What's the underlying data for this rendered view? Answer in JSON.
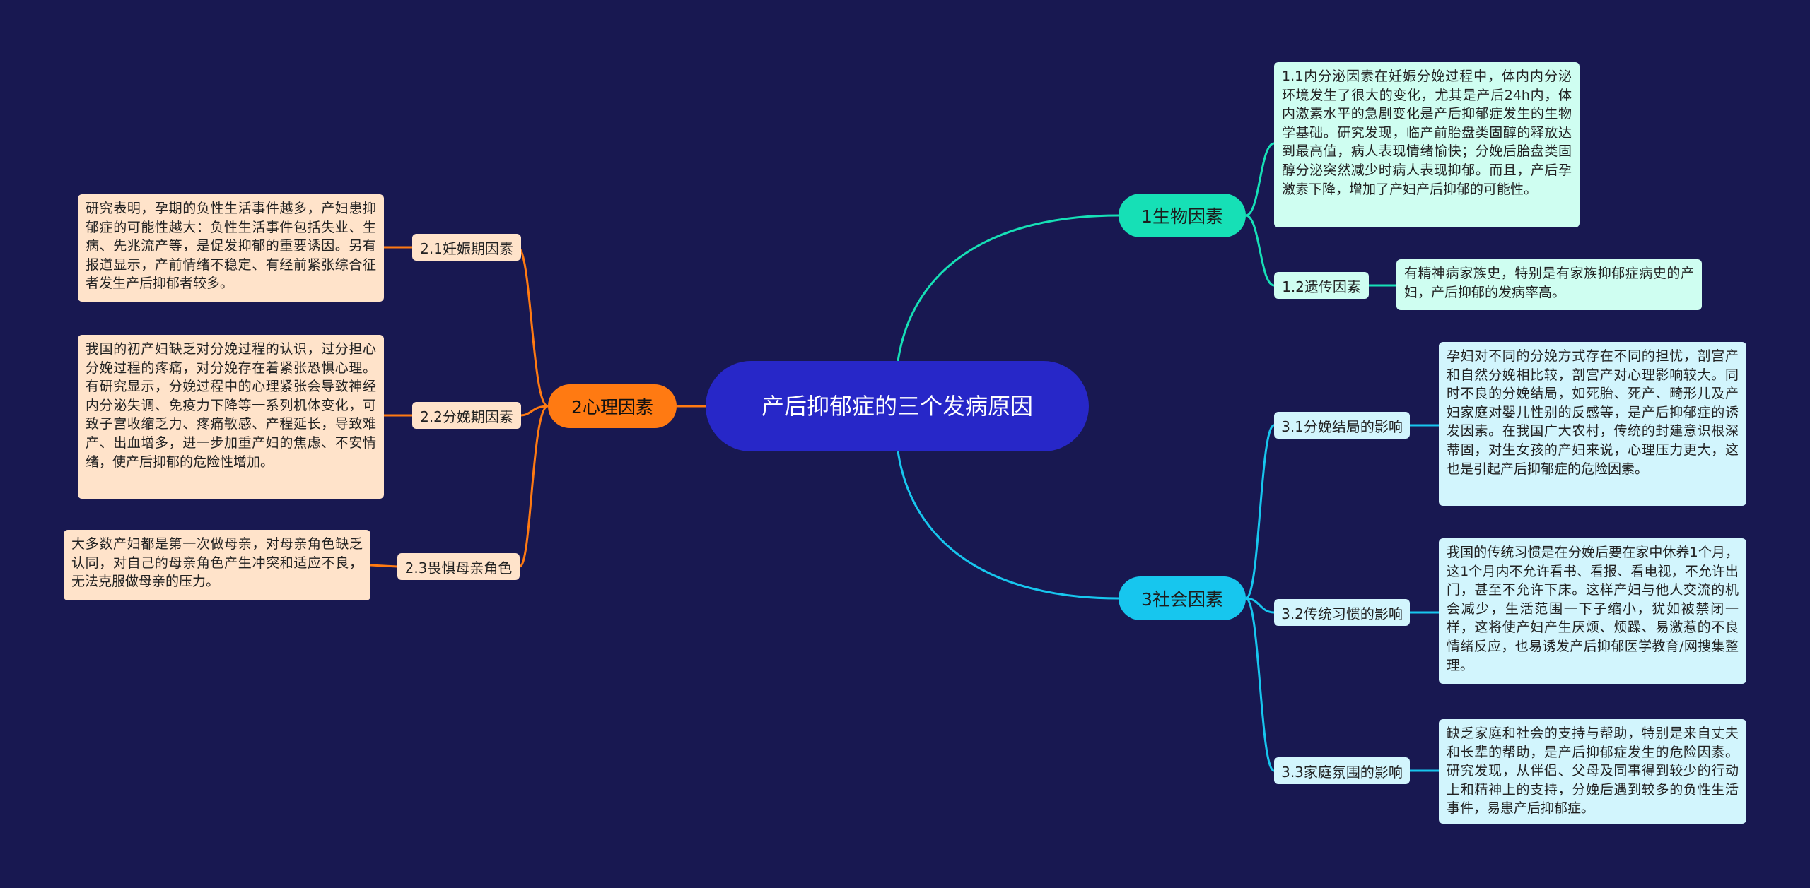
{
  "root": {
    "title": "产后抑郁症的三个发病原因"
  },
  "branches": [
    {
      "label": "1生物因素",
      "color": "#16e0b6",
      "subs": [
        {
          "label": "1.1内分泌因素在妊娠分娩过程中，体内内分泌环境发生了很大的变化，尤其是产后24h内，体内激素水平的急剧变化是产后抑郁症发生的生物学基础。研究发现，临产前胎盘类固醇的释放达到最高值，病人表现情绪愉快；分娩后胎盘类固醇分泌突然减少时病人表现抑郁。而且，产后孕激素下降，增加了产妇产后抑郁的可能性。"
        },
        {
          "label": "1.2遗传因素",
          "detail": "有精神病家族史，特别是有家族抑郁症病史的产妇，产后抑郁的发病率高。"
        }
      ]
    },
    {
      "label": "2心理因素",
      "color": "#ff7a12",
      "subs": [
        {
          "label": "2.1妊娠期因素",
          "detail": "研究表明，孕期的负性生活事件越多，产妇患抑郁症的可能性越大：负性生活事件包括失业、生病、先兆流产等，是促发抑郁的重要诱因。另有报道显示，产前情绪不稳定、有经前紧张综合征者发生产后抑郁者较多。"
        },
        {
          "label": "2.2分娩期因素",
          "detail": "我国的初产妇缺乏对分娩过程的认识，过分担心分娩过程的疼痛，对分娩存在着紧张恐惧心理。有研究显示，分娩过程中的心理紧张会导致神经内分泌失调、免疫力下降等一系列机体变化，可致子宫收缩乏力、疼痛敏感、产程延长，导致难产、出血增多，进一步加重产妇的焦虑、不安情绪，使产后抑郁的危险性增加。"
        },
        {
          "label": "2.3畏惧母亲角色",
          "detail": "大多数产妇都是第一次做母亲，对母亲角色缺乏认同，对自己的母亲角色产生冲突和适应不良，无法克服做母亲的压力。"
        }
      ]
    },
    {
      "label": "3社会因素",
      "color": "#17c6ee",
      "subs": [
        {
          "label": "3.1分娩结局的影响",
          "detail": "孕妇对不同的分娩方式存在不同的担忧，剖宫产和自然分娩相比较，剖宫产对心理影响较大。同时不良的分娩结局，如死胎、死产、畸形儿及产妇家庭对婴儿性别的反感等，是产后抑郁症的诱发因素。在我国广大农村，传统的封建意识根深蒂固，对生女孩的产妇来说，心理压力更大，这也是引起产后抑郁症的危险因素。"
        },
        {
          "label": "3.2传统习惯的影响",
          "detail": "我国的传统习惯是在分娩后要在家中休养1个月，这1个月内不允许看书、看报、看电视，不允许出门，甚至不允许下床。这样产妇与他人交流的机会减少，生活范围一下子缩小，犹如被禁闭一样，这将使产妇产生厌烦、烦躁、易激惹的不良情绪反应，也易诱发产后抑郁医学教育/网搜集整理。"
        },
        {
          "label": "3.3家庭氛围的影响",
          "detail": "缺乏家庭和社会的支持与帮助，特别是来自丈夫和长辈的帮助，是产后抑郁症发生的危险因素。研究发现，从伴侣、父母及同事得到较少的行动上和精神上的支持，分娩后遇到较多的负性生活事件，易患产后抑郁症。"
        }
      ]
    }
  ]
}
